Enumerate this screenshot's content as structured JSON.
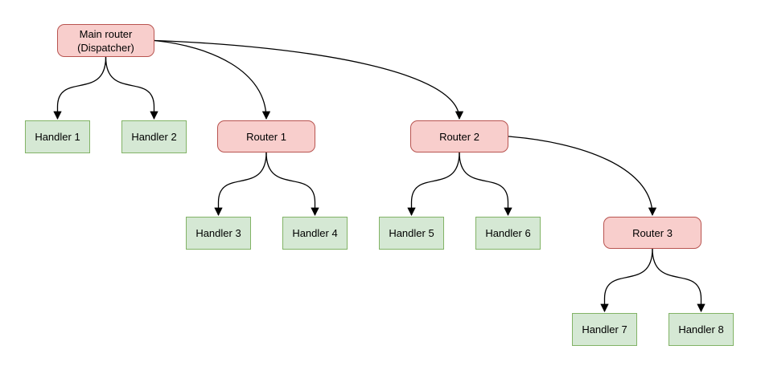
{
  "diagram": {
    "background": "#ffffff",
    "edge_color": "#000000",
    "node_styles": {
      "router": {
        "fill": "#f8cecc",
        "border": "#b85450",
        "shape": "rounded"
      },
      "handler": {
        "fill": "#d5e8d4",
        "border": "#82b366",
        "shape": "rect"
      }
    },
    "nodes": [
      {
        "id": "main-router",
        "label": "Main router\n(Dispatcher)",
        "type": "router"
      },
      {
        "id": "handler-1",
        "label": "Handler 1",
        "type": "handler"
      },
      {
        "id": "handler-2",
        "label": "Handler 2",
        "type": "handler"
      },
      {
        "id": "router-1",
        "label": "Router 1",
        "type": "router"
      },
      {
        "id": "router-2",
        "label": "Router 2",
        "type": "router"
      },
      {
        "id": "handler-3",
        "label": "Handler 3",
        "type": "handler"
      },
      {
        "id": "handler-4",
        "label": "Handler 4",
        "type": "handler"
      },
      {
        "id": "handler-5",
        "label": "Handler 5",
        "type": "handler"
      },
      {
        "id": "handler-6",
        "label": "Handler 6",
        "type": "handler"
      },
      {
        "id": "router-3",
        "label": "Router 3",
        "type": "router"
      },
      {
        "id": "handler-7",
        "label": "Handler 7",
        "type": "handler"
      },
      {
        "id": "handler-8",
        "label": "Handler 8",
        "type": "handler"
      }
    ],
    "edges": [
      {
        "from": "main-router",
        "to": "handler-1"
      },
      {
        "from": "main-router",
        "to": "handler-2"
      },
      {
        "from": "main-router",
        "to": "router-1"
      },
      {
        "from": "main-router",
        "to": "router-2"
      },
      {
        "from": "router-1",
        "to": "handler-3"
      },
      {
        "from": "router-1",
        "to": "handler-4"
      },
      {
        "from": "router-2",
        "to": "handler-5"
      },
      {
        "from": "router-2",
        "to": "handler-6"
      },
      {
        "from": "router-2",
        "to": "router-3"
      },
      {
        "from": "router-3",
        "to": "handler-7"
      },
      {
        "from": "router-3",
        "to": "handler-8"
      }
    ]
  }
}
